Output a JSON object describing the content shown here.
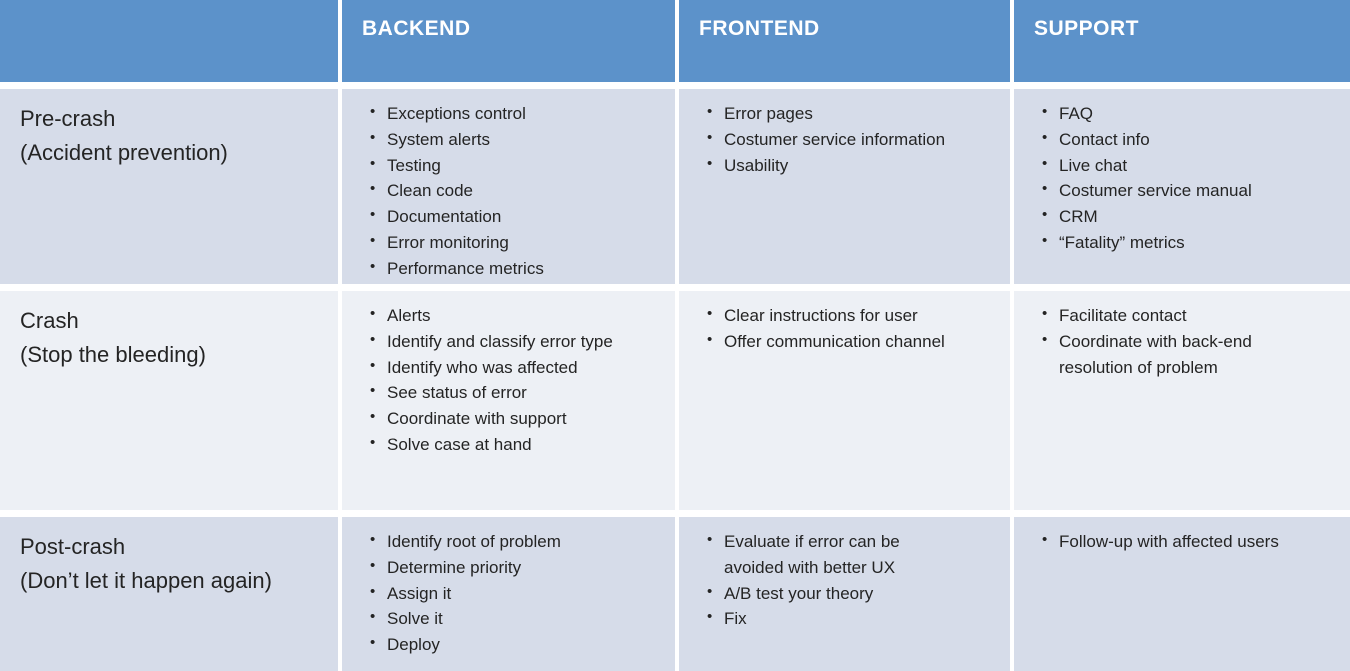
{
  "table": {
    "corner_label": "",
    "column_headers": [
      "BACKEND",
      "FRONTEND",
      "SUPPORT"
    ],
    "rows": [
      {
        "label_title": "Pre-crash",
        "label_subtitle": "(Accident prevention)",
        "backend": [
          "Exceptions control",
          "System alerts",
          "Testing",
          "Clean code",
          "Documentation",
          "Error monitoring",
          "Performance metrics"
        ],
        "frontend": [
          "Error pages",
          "Costumer service information",
          "Usability"
        ],
        "support": [
          "FAQ",
          "Contact info",
          "Live chat",
          "Costumer service manual",
          "CRM",
          "“Fatality” metrics"
        ]
      },
      {
        "label_title": "Crash",
        "label_subtitle": "(Stop the bleeding)",
        "backend": [
          "Alerts",
          "Identify and classify error type",
          "Identify who was affected",
          "See status of error",
          "Coordinate with support",
          "Solve case at hand"
        ],
        "frontend": [
          "Clear instructions for user",
          "Offer communication channel"
        ],
        "support": [
          "Facilitate contact",
          "Coordinate with back-end resolution of problem"
        ]
      },
      {
        "label_title": "Post-crash",
        "label_subtitle": "(Don’t let it happen again)",
        "backend": [
          "Identify root of problem",
          "Determine priority",
          "Assign it",
          "Solve it",
          "Deploy"
        ],
        "frontend": [
          "Evaluate if error can be avoided with better UX",
          "A/B test your theory",
          "Fix"
        ],
        "support": [
          "Follow-up with affected users"
        ]
      }
    ]
  },
  "colors": {
    "header_bg": "#5C92CA",
    "row_dark_bg": "#D6DCE9",
    "row_light_bg": "#EDF0F5",
    "header_text": "#FFFFFF",
    "body_text": "#242424"
  }
}
